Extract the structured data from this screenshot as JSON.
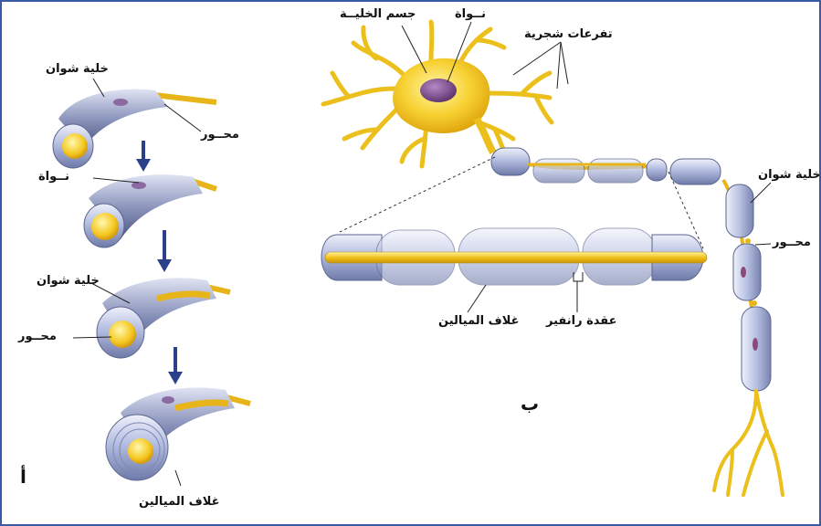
{
  "panel_a": {
    "marker": "أ",
    "schwann_cell_1": "خلية شوان",
    "axon_1": "محــور",
    "nucleus": "نــواة",
    "schwann_cell_2": "خلية شوان",
    "axon_2": "محــور",
    "myelin_sheath": "غلاف الميالين"
  },
  "panel_b": {
    "marker": "ب",
    "cell_body": "جسم الخليــة",
    "nucleus": "نــواة",
    "dendrites": "تفرعات شجرية",
    "schwann_cell": "خلية شوان",
    "axon": "محــور",
    "myelin_sheath": "غلاف الميالين",
    "node_of_ranvier": "عقدة رانفير"
  },
  "colors": {
    "frame": "#3a5aa8",
    "axon_yellow": "#f2c21a",
    "sheath_blue": "#a9b4d8",
    "nucleus_purple": "#6b3f7a"
  }
}
